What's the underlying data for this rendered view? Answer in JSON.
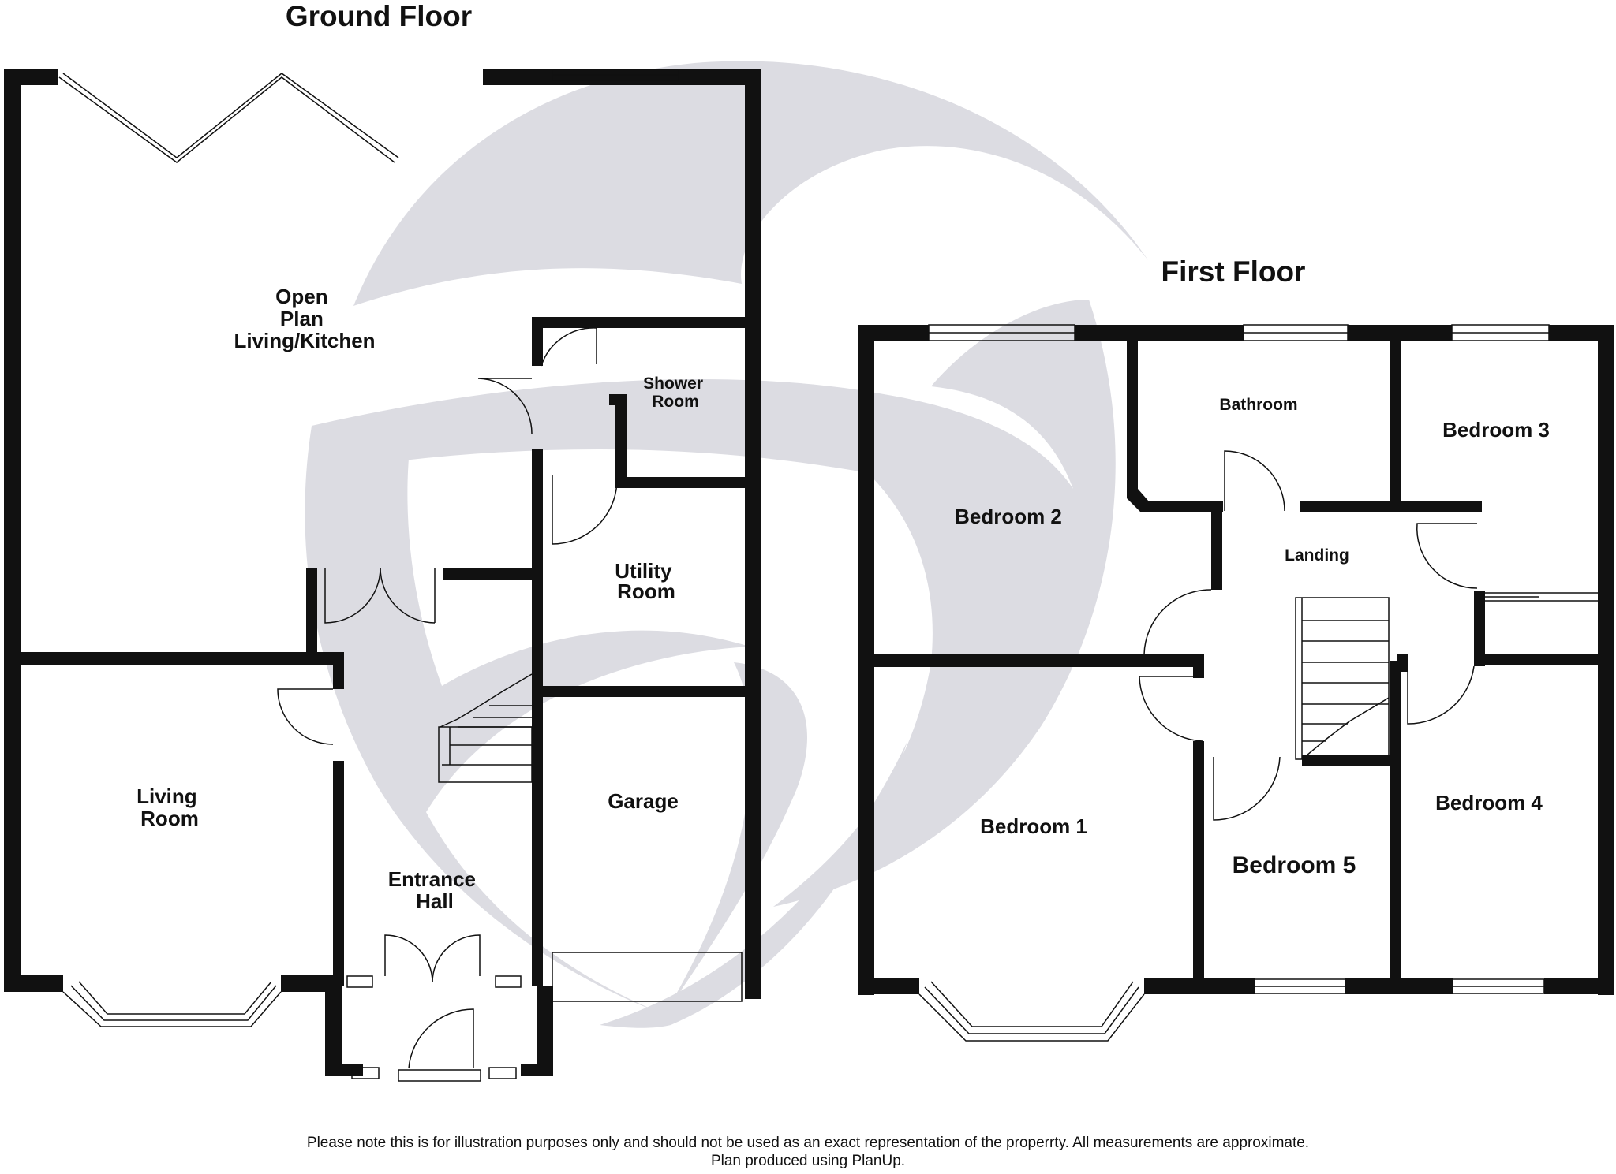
{
  "floors": [
    {
      "title": "Ground Floor",
      "rooms": [
        {
          "lines": [
            "Open",
            "Plan",
            "Living/Kitchen"
          ]
        },
        {
          "lines": [
            "Shower",
            "Room"
          ]
        },
        {
          "lines": [
            "Utility",
            "Room"
          ]
        },
        {
          "lines": [
            "Living",
            "Room"
          ]
        },
        {
          "lines": [
            "Garage"
          ]
        },
        {
          "lines": [
            "Entrance",
            "Hall"
          ]
        }
      ]
    },
    {
      "title": "First Floor",
      "rooms": [
        {
          "lines": [
            "Bathroom"
          ]
        },
        {
          "lines": [
            "Bedroom 3"
          ]
        },
        {
          "lines": [
            "Bedroom 2"
          ]
        },
        {
          "lines": [
            "Landing"
          ]
        },
        {
          "lines": [
            "Bedroom 1"
          ]
        },
        {
          "lines": [
            "Bedroom 5"
          ]
        },
        {
          "lines": [
            "Bedroom 4"
          ]
        }
      ]
    }
  ],
  "disclaimer": {
    "line1": "Please note this is for illustration purposes only and should not be used as an exact representation of the properrty. All measurements are approximate.",
    "line2": "Plan produced using PlanUp."
  },
  "colors": {
    "wall": "#111111",
    "watermark": "#dcdce2"
  }
}
